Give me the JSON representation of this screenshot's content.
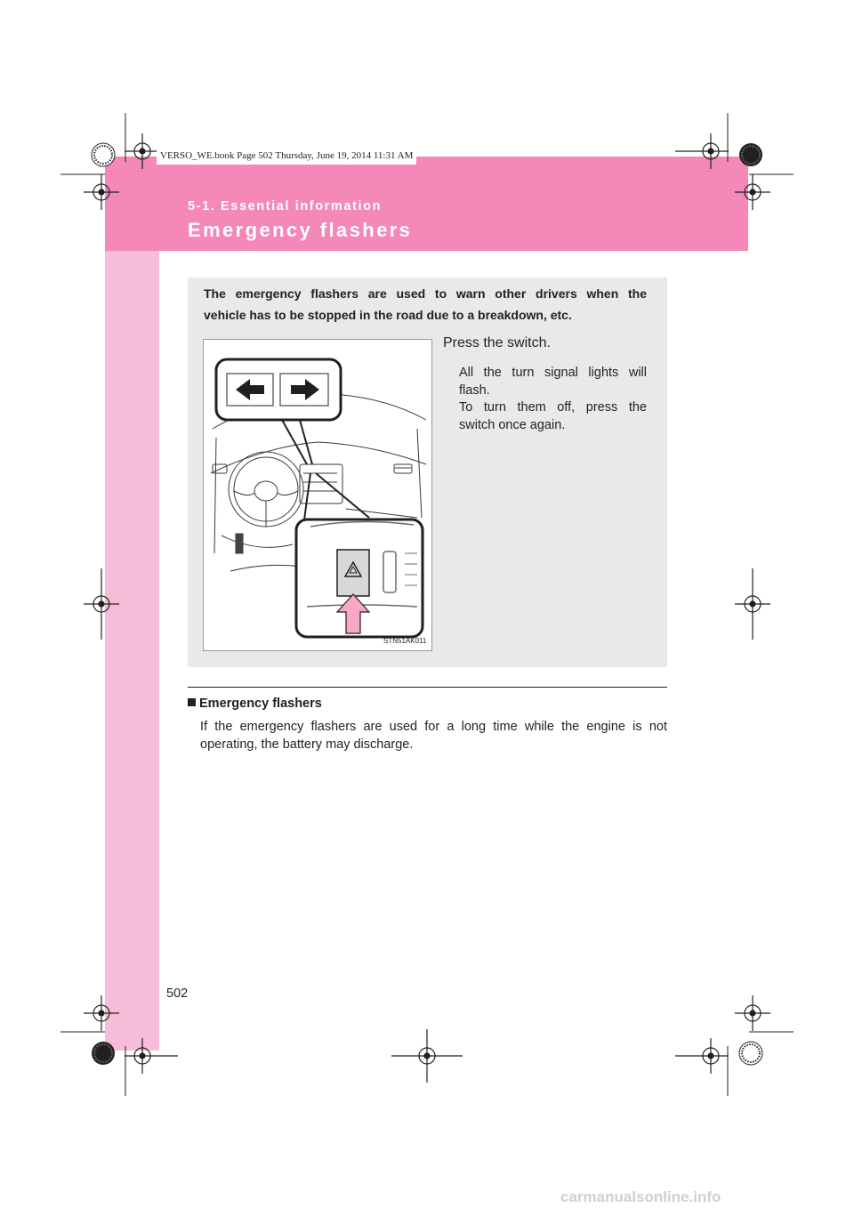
{
  "book_stamp": "VERSO_WE.book  Page 502  Thursday, June 19, 2014  11:31 AM",
  "header": {
    "section": "5-1. Essential information",
    "title": "Emergency flashers"
  },
  "intro": {
    "line1": "The emergency flashers are used to warn other drivers when the",
    "line2": "vehicle has to be stopped in the road due to a breakdown, etc."
  },
  "figure": {
    "code": "STN51AK011"
  },
  "step": {
    "title": "Press the switch.",
    "line1": "All the turn signal lights will",
    "line2": "flash.",
    "line3": "To turn them off, press the",
    "line4": "switch once again."
  },
  "note": {
    "heading": "Emergency flashers",
    "line1": "If the emergency flashers are used for a long time while the engine is not",
    "line2": "operating, the battery may discharge."
  },
  "page_number": "502",
  "watermark": "carmanualsonline.info",
  "colors": {
    "header_pink": "#f388b9",
    "band_pink": "#f7bcd7",
    "panel_gray": "#e9e9ea",
    "arrow_pink": "#f5a8c8"
  },
  "icons": [
    "crop-mark-icon",
    "registration-target-icon",
    "hazard-triangle-icon",
    "left-arrow-icon",
    "right-arrow-icon"
  ]
}
